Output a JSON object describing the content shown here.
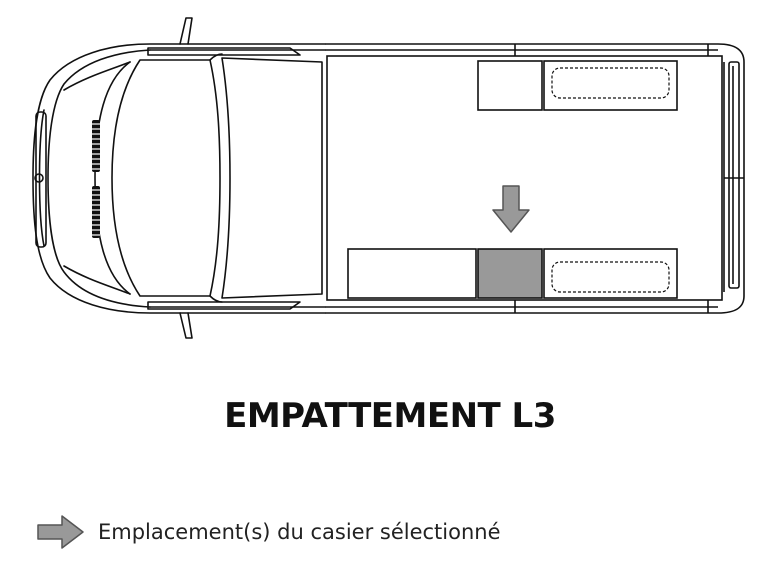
{
  "diagram": {
    "title": "EMPATTEMENT L3",
    "legend": {
      "label": "Emplacement(s) du casier sélectionné",
      "icon": "arrow-right-icon"
    },
    "selected_slot": {
      "side": "bottom",
      "position": 2,
      "fill": "#999999"
    },
    "colors": {
      "outline": "#111111",
      "marker_fill": "#999999",
      "marker_stroke": "#555555"
    }
  }
}
